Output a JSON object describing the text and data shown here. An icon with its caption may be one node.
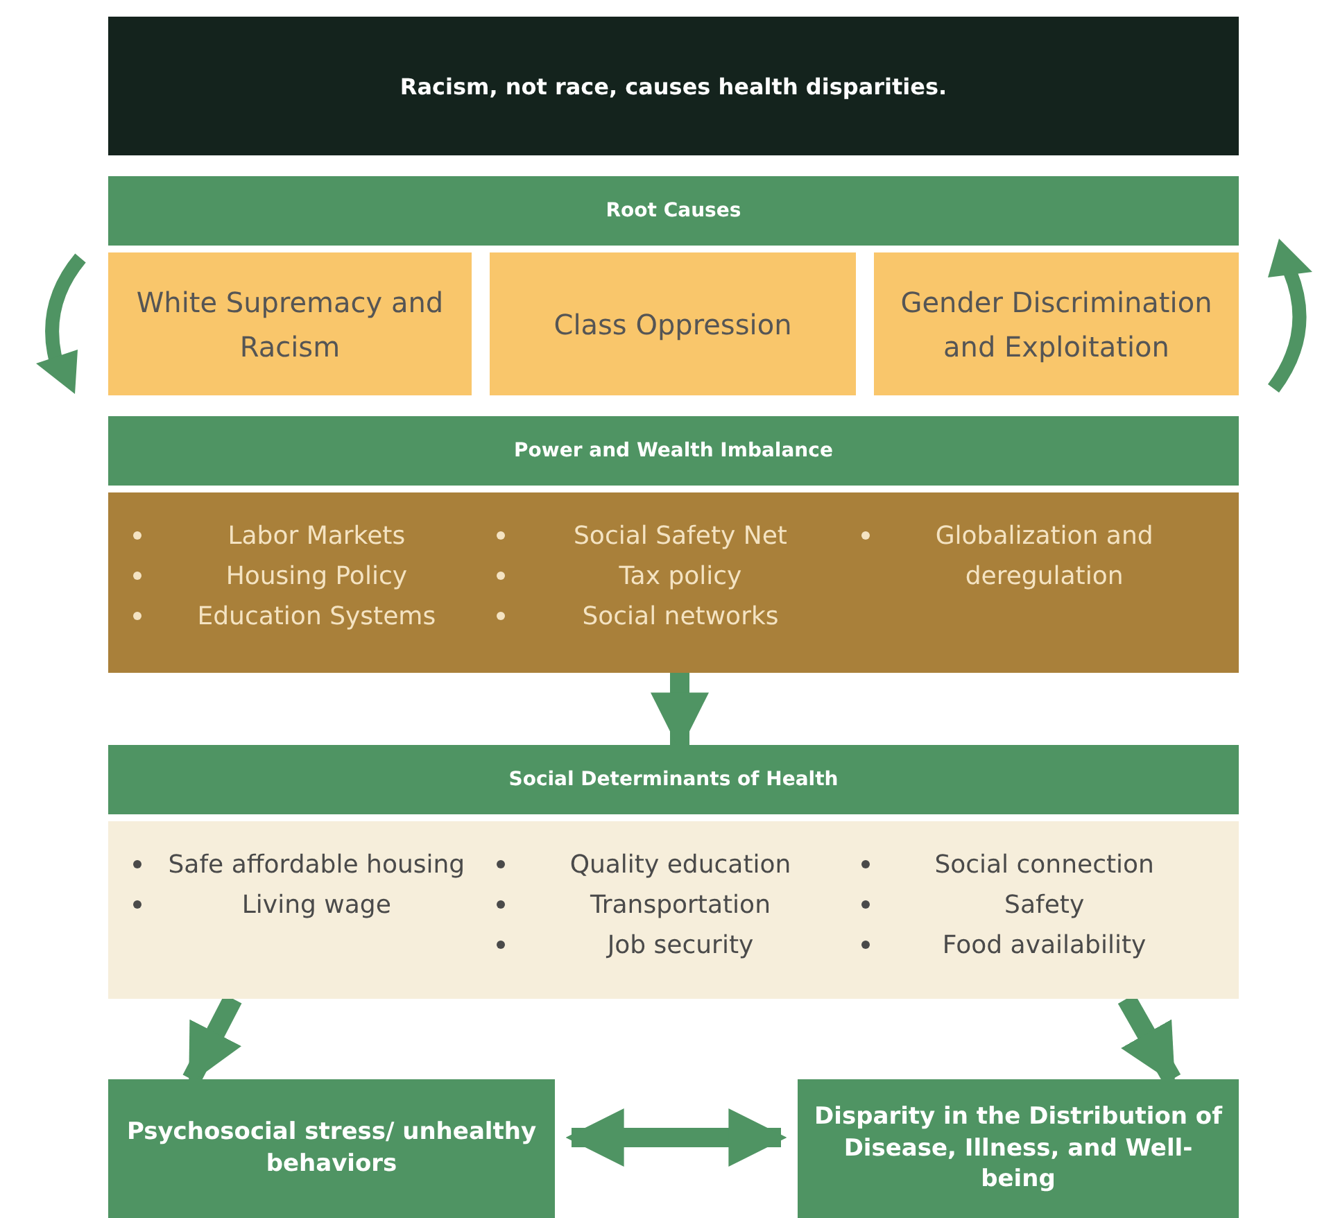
{
  "diagram": {
    "title": "Racism, not race, causes health disparities.",
    "nodes": [
      {
        "text": [
          "Root Causes"
        ]
      },
      {
        "text": [
          "White Supremacy and Racism"
        ]
      },
      {
        "text": [
          "Class Oppression"
        ]
      },
      {
        "text": [
          "Gender Discrimination and Exploitation"
        ]
      },
      {
        "text": [
          "Power and Wealth Imbalance"
        ]
      },
      {
        "text": [
          "Labor Markets",
          "Housing Policy",
          "Education Systems",
          "Social Safety Net",
          "Tax policy",
          "Social networks",
          "Globalization and deregulation"
        ]
      },
      {
        "text": [
          "Social Determinants of Health"
        ]
      },
      {
        "text": [
          "Safe affordable housing",
          "Living wage",
          "Quality education",
          "Transportation",
          "Job security",
          "Social connection",
          "Safety",
          "Food availability"
        ]
      },
      {
        "text": [
          "Psychosocial stress/ unhealthy behaviors"
        ]
      },
      {
        "text": [
          "Disparity in the Distribution of Disease, Illness, and Well-being"
        ]
      }
    ],
    "edges": [
      {
        "from": 5,
        "to": 6,
        "arrow": "to"
      },
      {
        "from": 7,
        "to": 8,
        "arrow": "to"
      },
      {
        "from": 7,
        "to": 9,
        "arrow": "to"
      },
      {
        "from": 8,
        "to": 9,
        "arrow": "both"
      }
    ]
  }
}
